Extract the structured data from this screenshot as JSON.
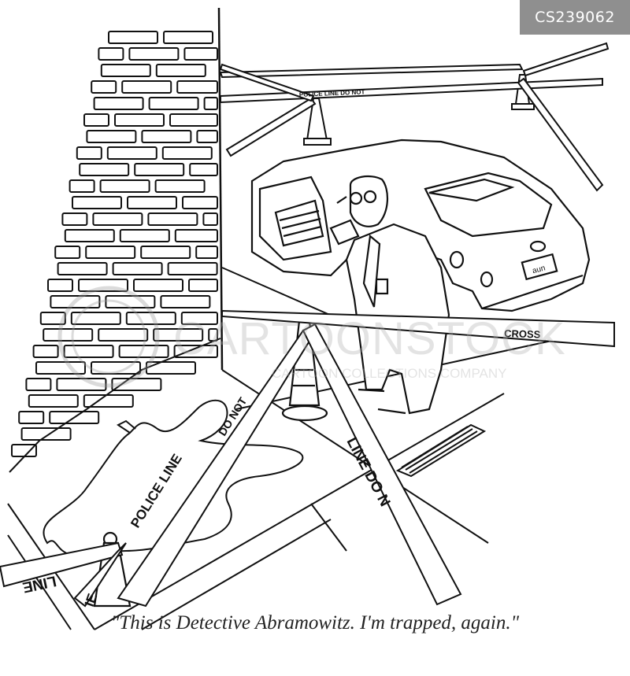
{
  "stock_id": "CS239062",
  "caption": "\"This is Detective Abramowitz. I'm trapped, again.\"",
  "watermark": {
    "main": "CARTOONSTOCK",
    "sub": "CARTOON COLLECTIONS COMPANY"
  },
  "car_plate": "aun",
  "tape_labels": {
    "police": "POLICE LINE",
    "do_not": "DO NOT",
    "line_do_n": "LINE DO N",
    "line_rev": "LINE",
    "ie": "IE",
    "cross": "CROSS",
    "police_line_do_not": "POLICE LINE DO NOT"
  }
}
